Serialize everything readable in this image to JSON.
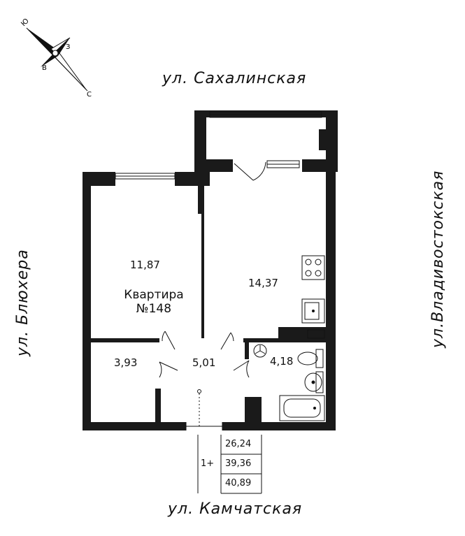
{
  "compass": {
    "labels": {
      "north": "С",
      "south": "Ю",
      "east": "В",
      "west": "З"
    }
  },
  "streets": {
    "top": "ул. Сахалинская",
    "bottom": "ул. Камчатская",
    "left": "ул. Блюхера",
    "right": "ул.Владивостокская"
  },
  "apartment": {
    "label": "Квартира",
    "number": "№148"
  },
  "rooms": [
    {
      "area": "11,87"
    },
    {
      "area": "14,37"
    },
    {
      "area": "3,93"
    },
    {
      "area": "5,01"
    },
    {
      "area": "4,18"
    }
  ],
  "summary": {
    "type": "1+",
    "values": [
      "26,24",
      "39,36",
      "40,89"
    ]
  }
}
